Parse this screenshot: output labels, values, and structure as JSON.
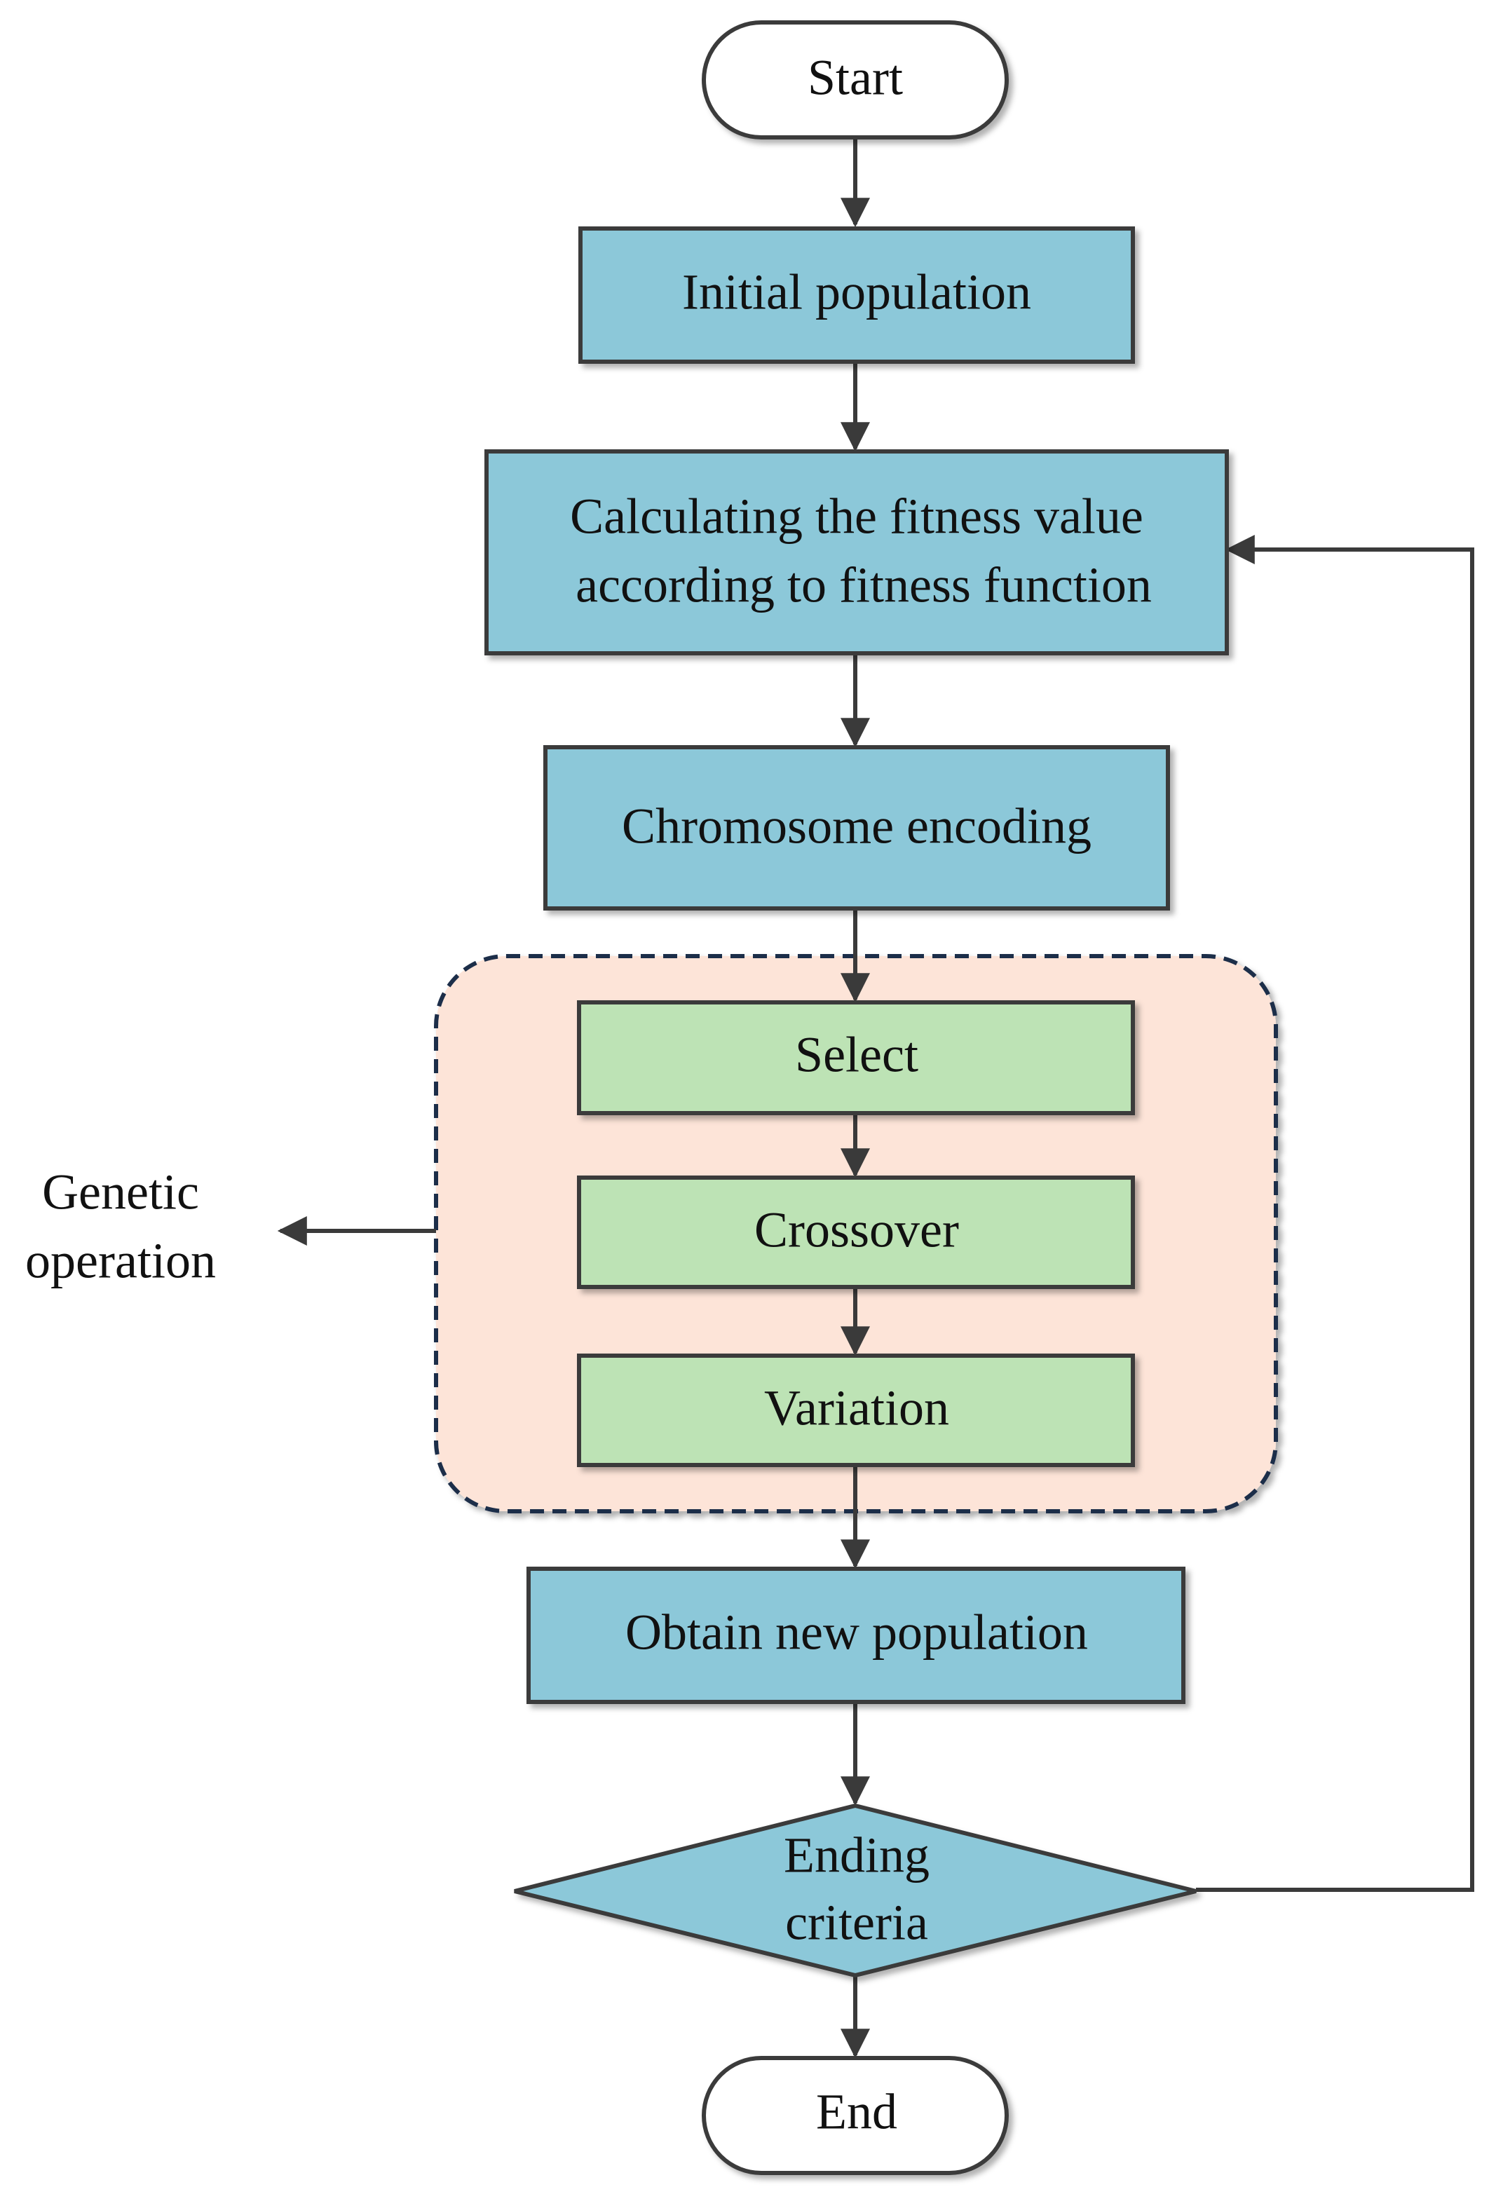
{
  "colors": {
    "process_fill": "#8cc8d9",
    "genetic_step_fill": "#bde3b5",
    "genetic_region_fill": "#fde4d8",
    "genetic_region_border": "#1e2d4a",
    "stroke": "#3a3a3a",
    "terminal_fill": "#ffffff"
  },
  "nodes": {
    "start": {
      "label": "Start"
    },
    "initial_population": {
      "label": "Initial population"
    },
    "fitness": {
      "line1": "Calculating the fitness value",
      "line2": "according to fitness function"
    },
    "chromosome_encoding": {
      "label": "Chromosome encoding"
    },
    "select": {
      "label": "Select"
    },
    "crossover": {
      "label": "Crossover"
    },
    "variation": {
      "label": "Variation"
    },
    "obtain_new_population": {
      "label": "Obtain new population"
    },
    "ending_criteria": {
      "line1": "Ending",
      "line2": "criteria"
    },
    "end": {
      "label": "End"
    }
  },
  "genetic_operation": {
    "line1": "Genetic",
    "line2": "operation"
  }
}
